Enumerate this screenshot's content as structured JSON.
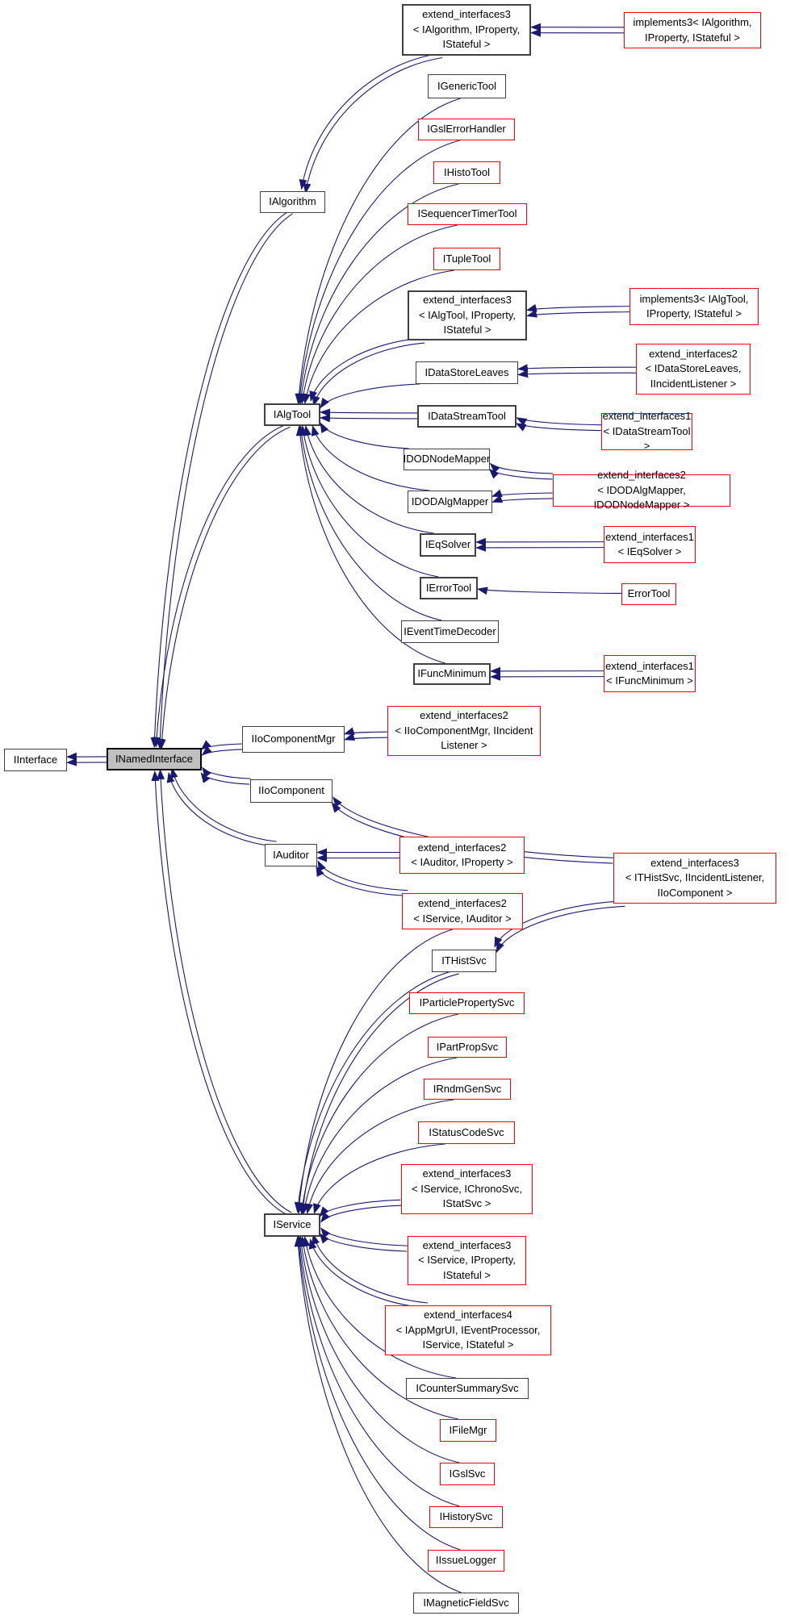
{
  "diagram": {
    "colors": {
      "edge": "#191970",
      "red_border": "#ff0000",
      "node_border": "#404040",
      "current_fill": "#c0c0c0",
      "node_fill": "#ffffff"
    },
    "nodes": [
      {
        "id": "ext3_algorithm",
        "label": "extend_interfaces3\n< IAlgorithm, IProperty,\nIStateful >",
        "kind": "normal"
      },
      {
        "id": "impl3_algorithm",
        "label": "implements3< IAlgorithm,\nIProperty, IStateful >",
        "kind": "red"
      },
      {
        "id": "igenerictool",
        "label": "IGenericTool",
        "kind": "normal"
      },
      {
        "id": "igslerrorhandler",
        "label": "IGslErrorHandler",
        "kind": "red"
      },
      {
        "id": "ihistotool",
        "label": "IHistoTool",
        "kind": "red"
      },
      {
        "id": "isequencertimertool",
        "label": "ISequencerTimerTool",
        "kind": "red"
      },
      {
        "id": "ialgorithm",
        "label": "IAlgorithm",
        "kind": "normal"
      },
      {
        "id": "itupletool",
        "label": "ITupleTool",
        "kind": "red"
      },
      {
        "id": "ext3_algtool",
        "label": "extend_interfaces3\n< IAlgTool, IProperty,\nIStateful >",
        "kind": "normal"
      },
      {
        "id": "impl3_algtool",
        "label": "implements3< IAlgTool,\nIProperty, IStateful >",
        "kind": "red"
      },
      {
        "id": "idatastoreleaves",
        "label": "IDataStoreLeaves",
        "kind": "normal"
      },
      {
        "id": "ext2_idatastoreleaves",
        "label": "extend_interfaces2\n< IDataStoreLeaves,\nIIncidentListener >",
        "kind": "red"
      },
      {
        "id": "ialgtool",
        "label": "IAlgTool",
        "kind": "normal"
      },
      {
        "id": "idatastreamtool",
        "label": "IDataStreamTool",
        "kind": "normal"
      },
      {
        "id": "ext1_idatastreamtool",
        "label": "extend_interfaces1\n< IDataStreamTool >",
        "kind": "red"
      },
      {
        "id": "idodnodemapper",
        "label": "IDODNodeMapper",
        "kind": "normal"
      },
      {
        "id": "idodalgmapper",
        "label": "IDODAlgMapper",
        "kind": "normal"
      },
      {
        "id": "ext2_idodalgmapper",
        "label": "extend_interfaces2\n< IDODAlgMapper, IDODNodeMapper >",
        "kind": "red"
      },
      {
        "id": "ieqsolver",
        "label": "IEqSolver",
        "kind": "normal"
      },
      {
        "id": "ext1_ieqsolver",
        "label": "extend_interfaces1\n< IEqSolver >",
        "kind": "red"
      },
      {
        "id": "ierrortool",
        "label": "IErrorTool",
        "kind": "normal"
      },
      {
        "id": "errortool",
        "label": "ErrorTool",
        "kind": "red"
      },
      {
        "id": "ieventtimedecoder",
        "label": "IEventTimeDecoder",
        "kind": "normal"
      },
      {
        "id": "ifuncminimum",
        "label": "IFuncMinimum",
        "kind": "normal"
      },
      {
        "id": "ext1_ifuncminimum",
        "label": "extend_interfaces1\n< IFuncMinimum >",
        "kind": "red"
      },
      {
        "id": "iinterface",
        "label": "IInterface",
        "kind": "normal"
      },
      {
        "id": "inamedinterface",
        "label": "INamedInterface",
        "kind": "current"
      },
      {
        "id": "iiocomponentmgr",
        "label": "IIoComponentMgr",
        "kind": "normal"
      },
      {
        "id": "ext2_iiocomponentmgr",
        "label": "extend_interfaces2\n< IIoComponentMgr, IIncident\nListener >",
        "kind": "red"
      },
      {
        "id": "iiocomponent",
        "label": "IIoComponent",
        "kind": "normal"
      },
      {
        "id": "iauditor",
        "label": "IAuditor",
        "kind": "normal"
      },
      {
        "id": "ext2_iauditor_iproperty",
        "label": "extend_interfaces2\n< IAuditor, IProperty >",
        "kind": "red"
      },
      {
        "id": "ext2_iservice_iauditor",
        "label": "extend_interfaces2\n< IService, IAuditor >",
        "kind": "red"
      },
      {
        "id": "ithistsvc",
        "label": "ITHistSvc",
        "kind": "normal"
      },
      {
        "id": "ext3_ithistsvc",
        "label": "extend_interfaces3\n< ITHistSvc, IIncidentListener,\nIIoComponent >",
        "kind": "red"
      },
      {
        "id": "iparticlepropertysvc",
        "label": "IParticlePropertySvc",
        "kind": "red"
      },
      {
        "id": "ipartpropsvc",
        "label": "IPartPropSvc",
        "kind": "red"
      },
      {
        "id": "irndmgensvc",
        "label": "IRndmGenSvc",
        "kind": "red"
      },
      {
        "id": "istatuscodesvc",
        "label": "IStatusCodeSvc",
        "kind": "red"
      },
      {
        "id": "ext3_iservice_chrono",
        "label": "extend_interfaces3\n< IService, IChronoSvc,\nIStatSvc >",
        "kind": "red"
      },
      {
        "id": "iservice",
        "label": "IService",
        "kind": "normal"
      },
      {
        "id": "ext3_iservice_property",
        "label": "extend_interfaces3\n< IService, IProperty,\nIStateful >",
        "kind": "red"
      },
      {
        "id": "ext4_iappmgrui",
        "label": "extend_interfaces4\n< IAppMgrUI, IEventProcessor,\nIService, IStateful >",
        "kind": "red"
      },
      {
        "id": "icountersummarysvc",
        "label": "ICounterSummarySvc",
        "kind": "normal"
      },
      {
        "id": "ifilemgr",
        "label": "IFileMgr",
        "kind": "red"
      },
      {
        "id": "igslsvc",
        "label": "IGslSvc",
        "kind": "red"
      },
      {
        "id": "ihistorysvc",
        "label": "IHistorySvc",
        "kind": "red"
      },
      {
        "id": "iissuelogger",
        "label": "IIssueLogger",
        "kind": "red"
      },
      {
        "id": "imagneticfieldsvc",
        "label": "IMagneticFieldSvc",
        "kind": "normal"
      }
    ],
    "edges": [
      {
        "from": "impl3_algorithm",
        "to": "ext3_algorithm",
        "n": 2
      },
      {
        "from": "ext3_algorithm",
        "to": "ialgorithm",
        "n": 2
      },
      {
        "from": "ialgorithm",
        "to": "inamedinterface",
        "n": 2
      },
      {
        "from": "igenerictool",
        "to": "ialgtool",
        "n": 1
      },
      {
        "from": "igslerrorhandler",
        "to": "ialgtool",
        "n": 1
      },
      {
        "from": "ihistotool",
        "to": "ialgtool",
        "n": 1
      },
      {
        "from": "isequencertimertool",
        "to": "ialgtool",
        "n": 1
      },
      {
        "from": "itupletool",
        "to": "ialgtool",
        "n": 1
      },
      {
        "from": "ext3_algtool",
        "to": "ialgtool",
        "n": 2
      },
      {
        "from": "impl3_algtool",
        "to": "ext3_algtool",
        "n": 2
      },
      {
        "from": "idatastoreleaves",
        "to": "ialgtool",
        "n": 1
      },
      {
        "from": "ext2_idatastoreleaves",
        "to": "idatastoreleaves",
        "n": 2
      },
      {
        "from": "idatastreamtool",
        "to": "ialgtool",
        "n": 2
      },
      {
        "from": "ext1_idatastreamtool",
        "to": "idatastreamtool",
        "n": 2
      },
      {
        "from": "idodnodemapper",
        "to": "ialgtool",
        "n": 1
      },
      {
        "from": "idodalgmapper",
        "to": "ialgtool",
        "n": 1
      },
      {
        "from": "ext2_idodalgmapper",
        "to": "idodnodemapper",
        "n": 2
      },
      {
        "from": "ext2_idodalgmapper",
        "to": "idodalgmapper",
        "n": 2
      },
      {
        "from": "ieqsolver",
        "to": "ialgtool",
        "n": 1
      },
      {
        "from": "ext1_ieqsolver",
        "to": "ieqsolver",
        "n": 2
      },
      {
        "from": "ierrortool",
        "to": "ialgtool",
        "n": 1
      },
      {
        "from": "errortool",
        "to": "ierrortool",
        "n": 1
      },
      {
        "from": "ieventtimedecoder",
        "to": "ialgtool",
        "n": 1
      },
      {
        "from": "ifuncminimum",
        "to": "ialgtool",
        "n": 1
      },
      {
        "from": "ext1_ifuncminimum",
        "to": "ifuncminimum",
        "n": 2
      },
      {
        "from": "ialgtool",
        "to": "inamedinterface",
        "n": 2
      },
      {
        "from": "inamedinterface",
        "to": "iinterface",
        "n": 2
      },
      {
        "from": "iiocomponentmgr",
        "to": "inamedinterface",
        "n": 2
      },
      {
        "from": "ext2_iiocomponentmgr",
        "to": "iiocomponentmgr",
        "n": 2
      },
      {
        "from": "iiocomponent",
        "to": "inamedinterface",
        "n": 2
      },
      {
        "from": "ext3_ithistsvc",
        "to": "iiocomponent",
        "n": 2
      },
      {
        "from": "iauditor",
        "to": "inamedinterface",
        "n": 2
      },
      {
        "from": "ext2_iauditor_iproperty",
        "to": "iauditor",
        "n": 2
      },
      {
        "from": "ext2_iservice_iauditor",
        "to": "iauditor",
        "n": 2
      },
      {
        "from": "ext2_iservice_iauditor",
        "to": "iservice",
        "n": 1
      },
      {
        "from": "ext3_ithistsvc",
        "to": "ithistsvc",
        "n": 2
      },
      {
        "from": "ithistsvc",
        "to": "iservice",
        "n": 2
      },
      {
        "from": "iparticlepropertysvc",
        "to": "iservice",
        "n": 1
      },
      {
        "from": "ipartpropsvc",
        "to": "iservice",
        "n": 1
      },
      {
        "from": "irndmgensvc",
        "to": "iservice",
        "n": 1
      },
      {
        "from": "istatuscodesvc",
        "to": "iservice",
        "n": 1
      },
      {
        "from": "ext3_iservice_chrono",
        "to": "iservice",
        "n": 2
      },
      {
        "from": "ext3_iservice_property",
        "to": "iservice",
        "n": 2
      },
      {
        "from": "ext4_iappmgrui",
        "to": "iservice",
        "n": 2
      },
      {
        "from": "icountersummarysvc",
        "to": "iservice",
        "n": 1
      },
      {
        "from": "ifilemgr",
        "to": "iservice",
        "n": 1
      },
      {
        "from": "igslsvc",
        "to": "iservice",
        "n": 1
      },
      {
        "from": "ihistorysvc",
        "to": "iservice",
        "n": 1
      },
      {
        "from": "iissuelogger",
        "to": "iservice",
        "n": 1
      },
      {
        "from": "imagneticfieldsvc",
        "to": "iservice",
        "n": 1
      },
      {
        "from": "iservice",
        "to": "inamedinterface",
        "n": 2
      }
    ]
  }
}
